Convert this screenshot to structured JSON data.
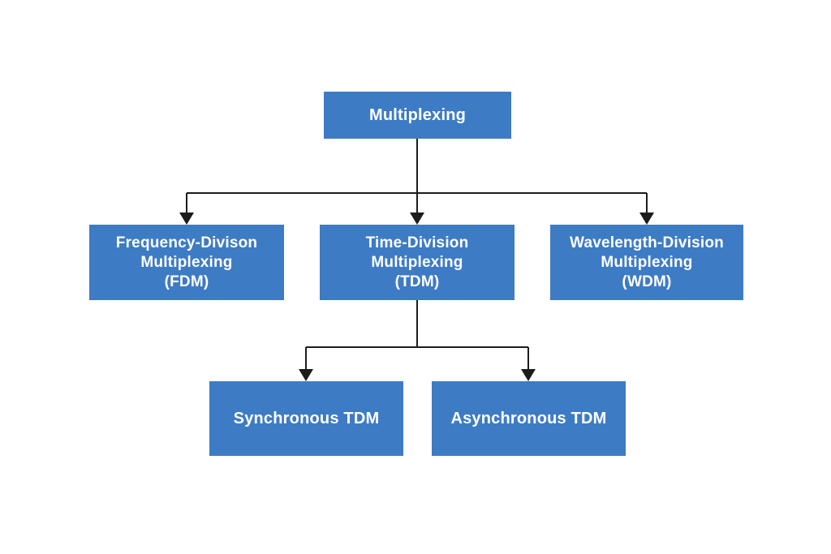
{
  "diagram": {
    "type": "flowchart-tree",
    "nodes": {
      "multiplexing": {
        "label": "Multiplexing"
      },
      "fdm": {
        "label": "Frequency-Divison\nMultiplexing\n(FDM)"
      },
      "tdm": {
        "label": "Time-Division\nMultiplexing\n(TDM)"
      },
      "wdm": {
        "label": "Wavelength-Division\nMultiplexing\n(WDM)"
      },
      "sync": {
        "label": "Synchronous TDM"
      },
      "async": {
        "label": "Asynchronous TDM"
      }
    },
    "edges": [
      {
        "from": "multiplexing",
        "to": "fdm"
      },
      {
        "from": "multiplexing",
        "to": "tdm"
      },
      {
        "from": "multiplexing",
        "to": "wdm"
      },
      {
        "from": "tdm",
        "to": "sync"
      },
      {
        "from": "tdm",
        "to": "async"
      }
    ],
    "colors": {
      "node_fill": "#3d7bc5",
      "node_text": "#ffffff",
      "connector": "#1c1c1c",
      "background": "#ffffff"
    }
  }
}
